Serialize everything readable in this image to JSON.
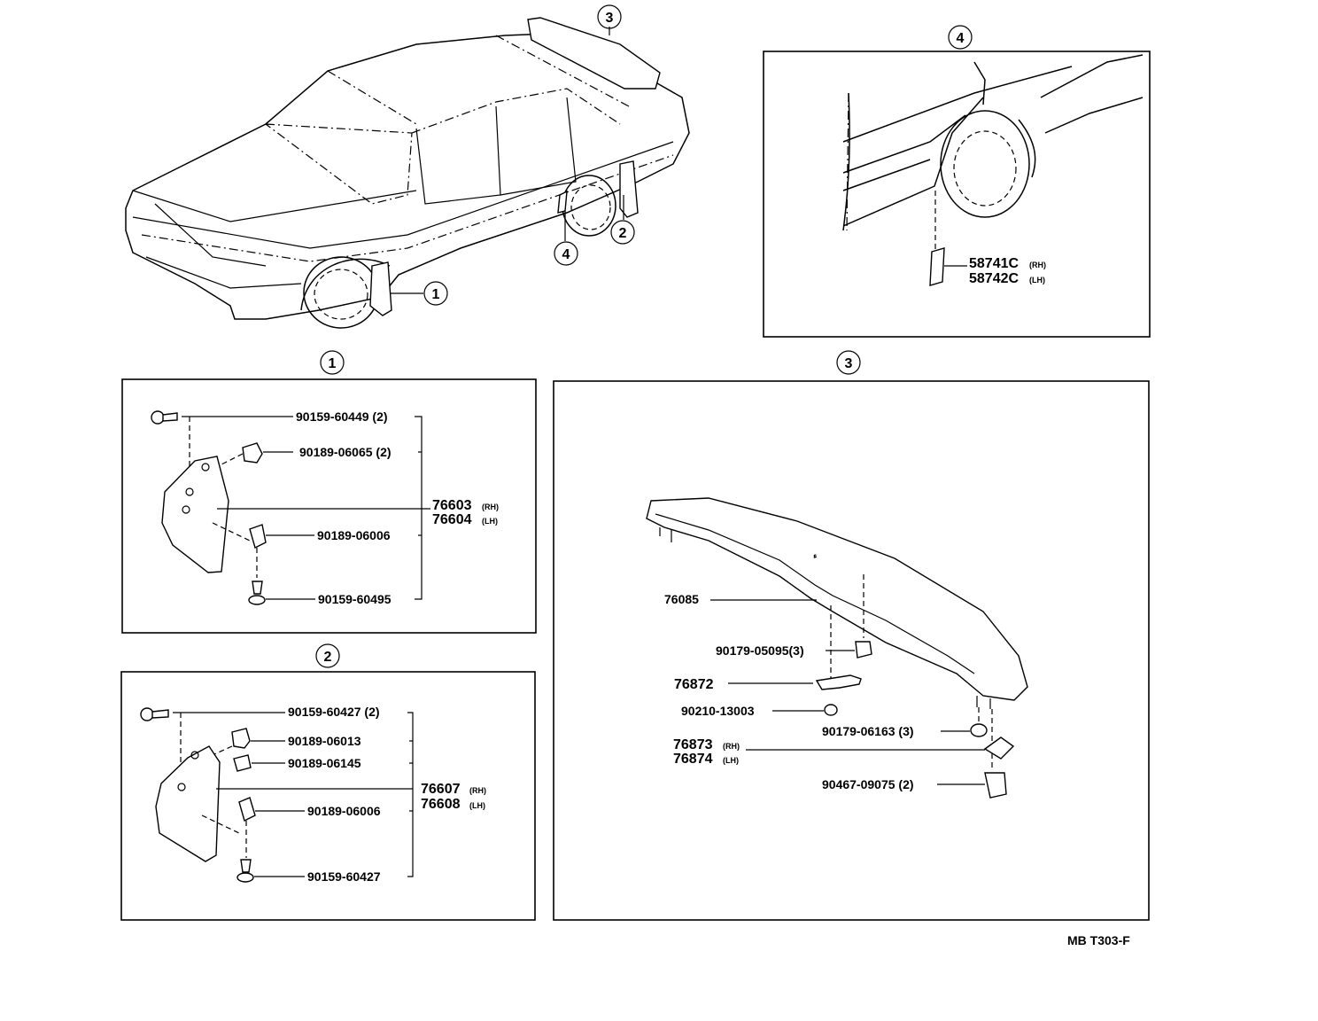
{
  "callouts": {
    "c1": "1",
    "c2": "2",
    "c3": "3",
    "c4": "4"
  },
  "detail4": {
    "p1_num": "58741C",
    "p1_side": "(RH)",
    "p2_num": "58742C",
    "p2_side": "(LH)"
  },
  "detail1": {
    "bolt_top": "90159-60449 (2)",
    "clip_top": "90189-06065 (2)",
    "flap_rh_num": "76603",
    "flap_rh_side": "(RH)",
    "flap_lh_num": "76604",
    "flap_lh_side": "(LH)",
    "clip_mid": "90189-06006",
    "screw_bottom": "90159-60495"
  },
  "detail2": {
    "bolt_top": "90159-60427 (2)",
    "clip_a": "90189-06013",
    "clip_b": "90189-06145",
    "flap_rh_num": "76607",
    "flap_rh_side": "(RH)",
    "flap_lh_num": "76608",
    "flap_lh_side": "(LH)",
    "clip_mid": "90189-06006",
    "screw_bottom": "90159-60427"
  },
  "detail3": {
    "spoiler": "76085",
    "nut_a": "90179-05095(3)",
    "bracket": "76872",
    "washer": "90210-13003",
    "nut_b": "90179-06163 (3)",
    "gasket_rh_num": "76873",
    "gasket_rh_side": "(RH)",
    "gasket_lh_num": "76874",
    "gasket_lh_side": "(LH)",
    "clip": "90467-09075 (2)"
  },
  "footer": {
    "code": "MB T303-F"
  }
}
